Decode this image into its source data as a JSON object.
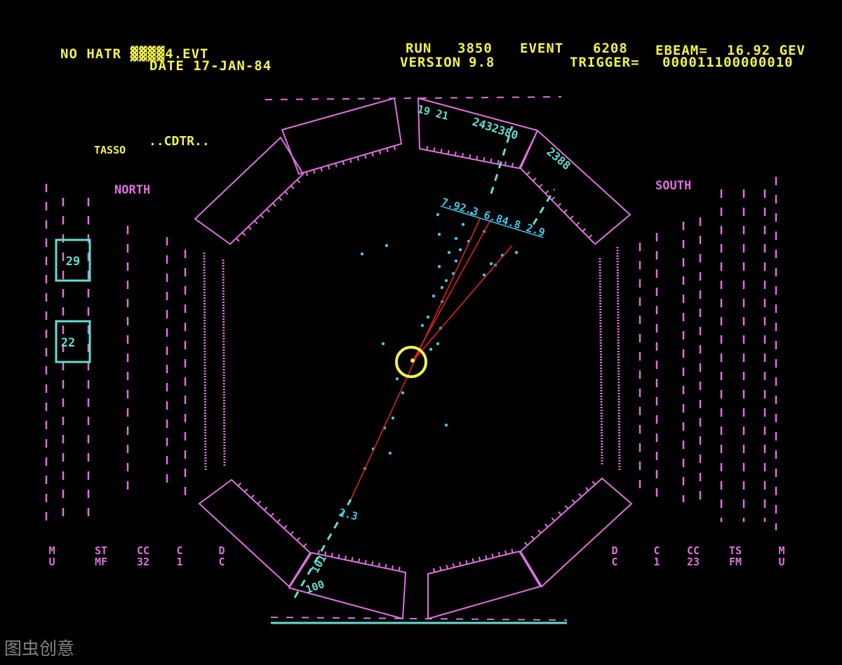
{
  "header": {
    "left_line1": "NO HATR ▓▓▓▓4.EVT",
    "left_line2": "DATE 17-JAN-84",
    "run_label": "RUN",
    "run_value": "3850",
    "event_label": "EVENT",
    "event_value": "6208",
    "ebeam_label": "EBEAM=",
    "ebeam_value": "16.92 GEV",
    "version_label": "VERSION",
    "version_value": "9.8",
    "trigger_label": "TRIGGER=",
    "trigger_value": "000011100000010"
  },
  "panel": {
    "tasso": "TASSO",
    "cdtr": "..CDTR..",
    "north": "NORTH",
    "south": "SOUTH"
  },
  "boxes": {
    "upper": "29",
    "lower": "22"
  },
  "columns_left": [
    "M\nU",
    "ST\nMF",
    "CC\n32",
    "C\n1",
    "D\nC"
  ],
  "columns_right": [
    "D\nC",
    "C\n1",
    "CC\n23",
    "TS\nFM",
    "M\nU"
  ],
  "readouts": {
    "top_right_a": "19 21",
    "top_right_b": "2432380",
    "top_right_c": "2388",
    "track_label": "7.92.3 6.84.8 2.9",
    "lower_track": "2.3",
    "bottom_a": "100",
    "bottom_b": "101"
  },
  "watermark": "图虫创意",
  "colors": {
    "text": "#f2f24a",
    "detector": "#e070e0",
    "hits": "#40c8f0",
    "tracks": "#e02020",
    "vertex": "#f2f24a",
    "beam": "#60e0d0"
  }
}
